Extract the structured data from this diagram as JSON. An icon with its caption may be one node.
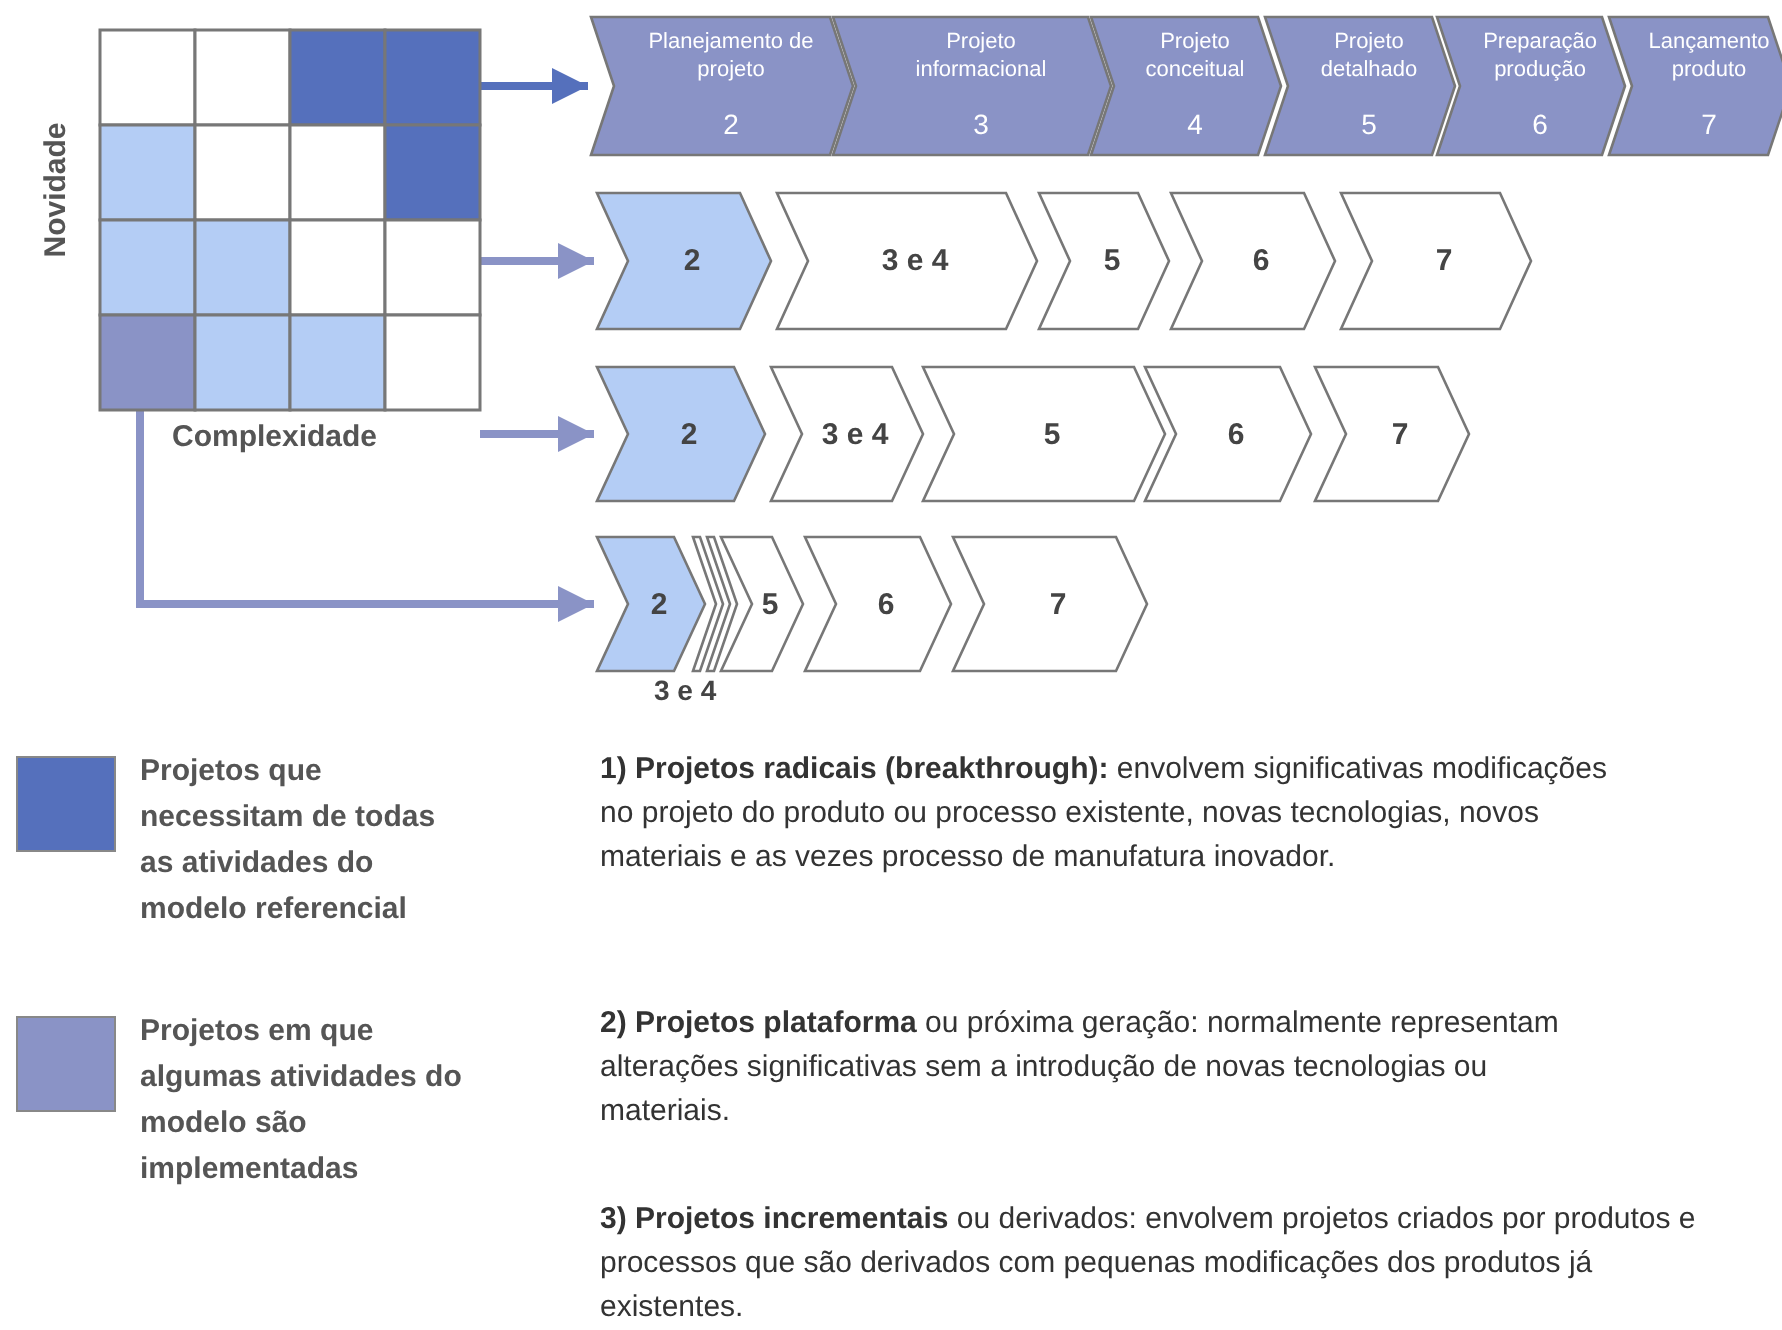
{
  "diagram": {
    "nodes": [
      {
        "text": [],
        "shape": "box",
        "beside": [
          "Novidade",
          "Complexidade"
        ]
      },
      {
        "text": [
          "Planejamento de projeto",
          "2"
        ]
      },
      {
        "text": [
          "Projeto informacional",
          "3"
        ]
      },
      {
        "text": [
          "Projeto conceitual",
          "4"
        ]
      },
      {
        "text": [
          "Projeto detalhado",
          "5"
        ]
      },
      {
        "text": [
          "Preparação produção",
          "6"
        ]
      },
      {
        "text": [
          "Lançamento produto",
          "7"
        ]
      },
      {
        "text": [
          "2"
        ]
      },
      {
        "text": [
          "3 e 4"
        ]
      },
      {
        "text": [
          "5"
        ]
      },
      {
        "text": [
          "6"
        ]
      },
      {
        "text": [
          "7"
        ]
      },
      {
        "text": [
          "2"
        ]
      },
      {
        "text": [
          "3 e 4"
        ]
      },
      {
        "text": [
          "5"
        ]
      },
      {
        "text": [
          "6"
        ]
      },
      {
        "text": [
          "7"
        ]
      },
      {
        "text": [
          "2"
        ]
      },
      {
        "text": [],
        "shape": "chevron"
      },
      {
        "text": [],
        "shape": "chevron"
      },
      {
        "text": [
          "5"
        ]
      },
      {
        "text": [
          "6"
        ]
      },
      {
        "text": [
          "7"
        ]
      }
    ],
    "edges": [
      {
        "from": 0,
        "to": 1,
        "arrow": "to",
        "color": "#5570bc"
      },
      {
        "from": 0,
        "to": 7,
        "arrow": "to"
      },
      {
        "from": 0,
        "to": 12,
        "arrow": "to"
      },
      {
        "from": 0,
        "to": 17,
        "arrow": "to"
      }
    ],
    "labels": [
      "3 e 4",
      "**1) Projetos radicais (breakthrough):** envolvem significativas modificações no projeto do produto ou processo existente, novas tecnologias, novos materiais e as vezes processo de manufatura inovador.",
      "**2) Projetos plataforma** ou próxima geração: normalmente representam alterações significativas sem a introdução de novas tecnologias ou materiais.",
      "**3) Projetos incrementais** ou derivados: envolvem projetos criados por produtos e processos que são derivados com pequenas modificações dos produtos já existentes."
    ],
    "legend": [
      {
        "text": "Projetos que necessitam de todas as atividades do modelo referencial",
        "color": "#5570bc"
      },
      {
        "text": "Projetos em que algumas atividades do modelo são implementadas",
        "color": "#8a93c6"
      }
    ]
  }
}
